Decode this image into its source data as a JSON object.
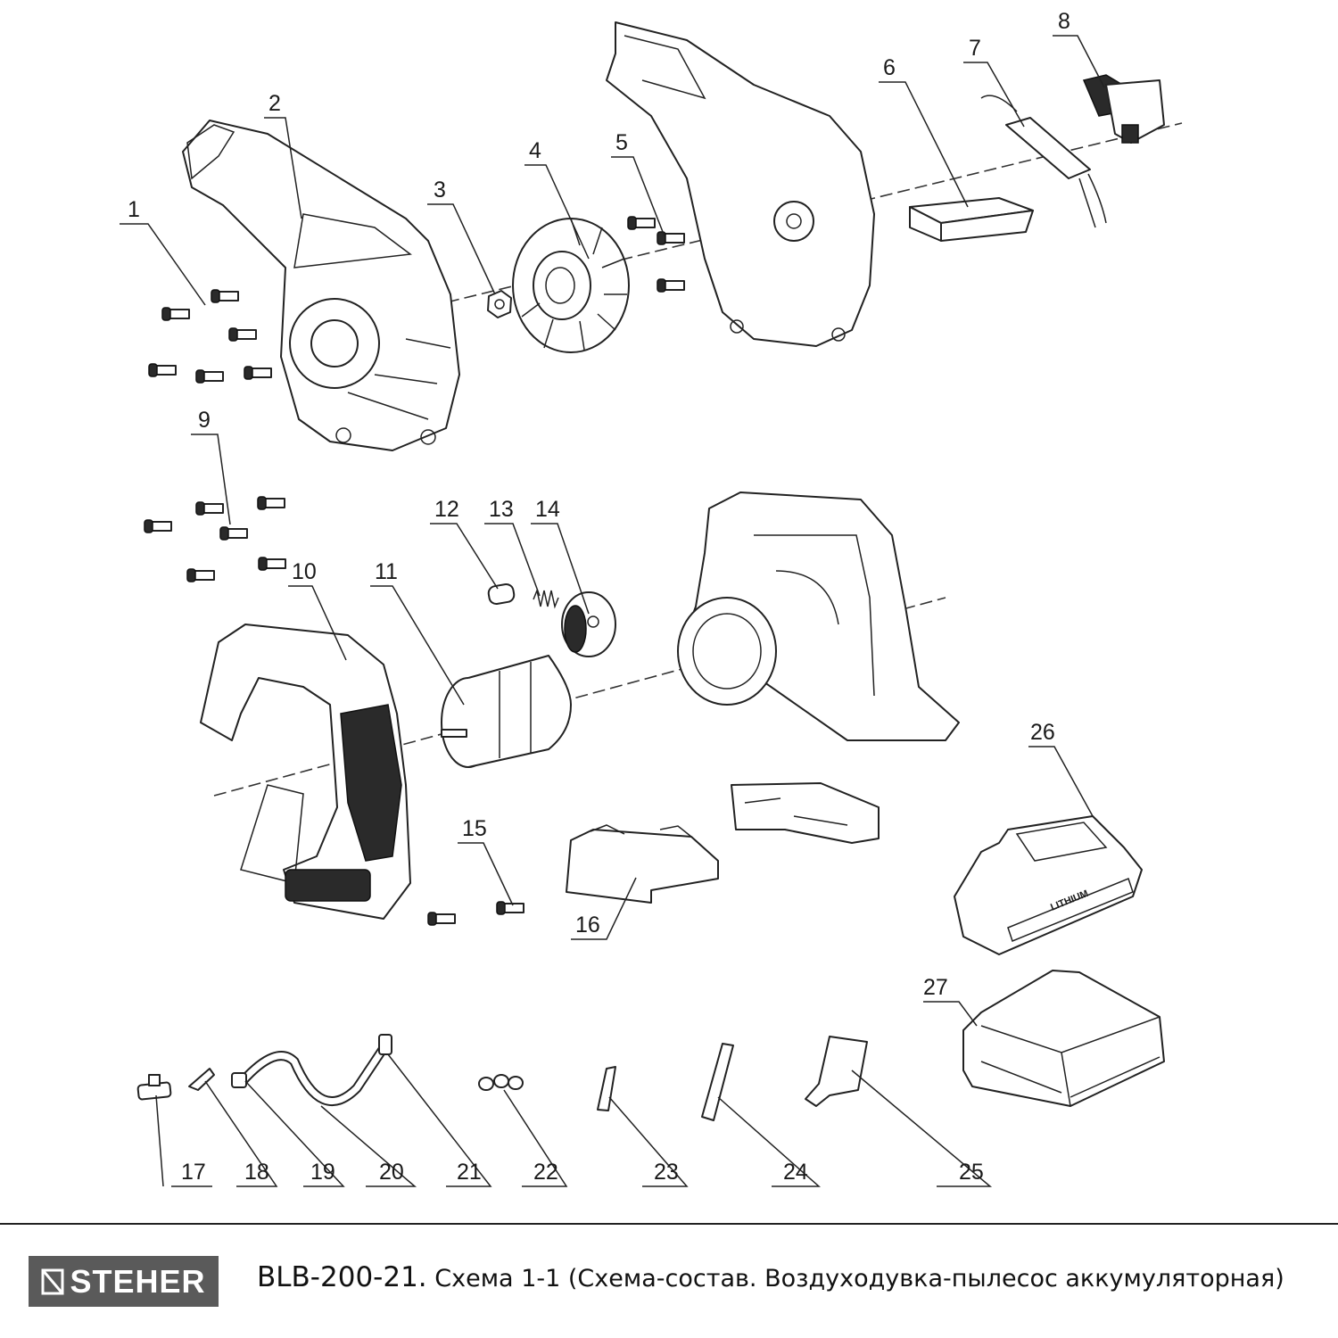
{
  "diagram": {
    "callouts": [
      "1",
      "2",
      "3",
      "4",
      "5",
      "6",
      "7",
      "8",
      "9",
      "10",
      "11",
      "12",
      "13",
      "14",
      "15",
      "16",
      "17",
      "18",
      "19",
      "20",
      "21",
      "22",
      "23",
      "24",
      "25",
      "26",
      "27"
    ],
    "battery_label": "LITHIUM"
  },
  "footer": {
    "brand": "STEHER",
    "model": "BLB-200-21.",
    "title": "Схема 1-1 (Схема-состав. Воздуходувка-пылесос аккумуляторная)"
  }
}
